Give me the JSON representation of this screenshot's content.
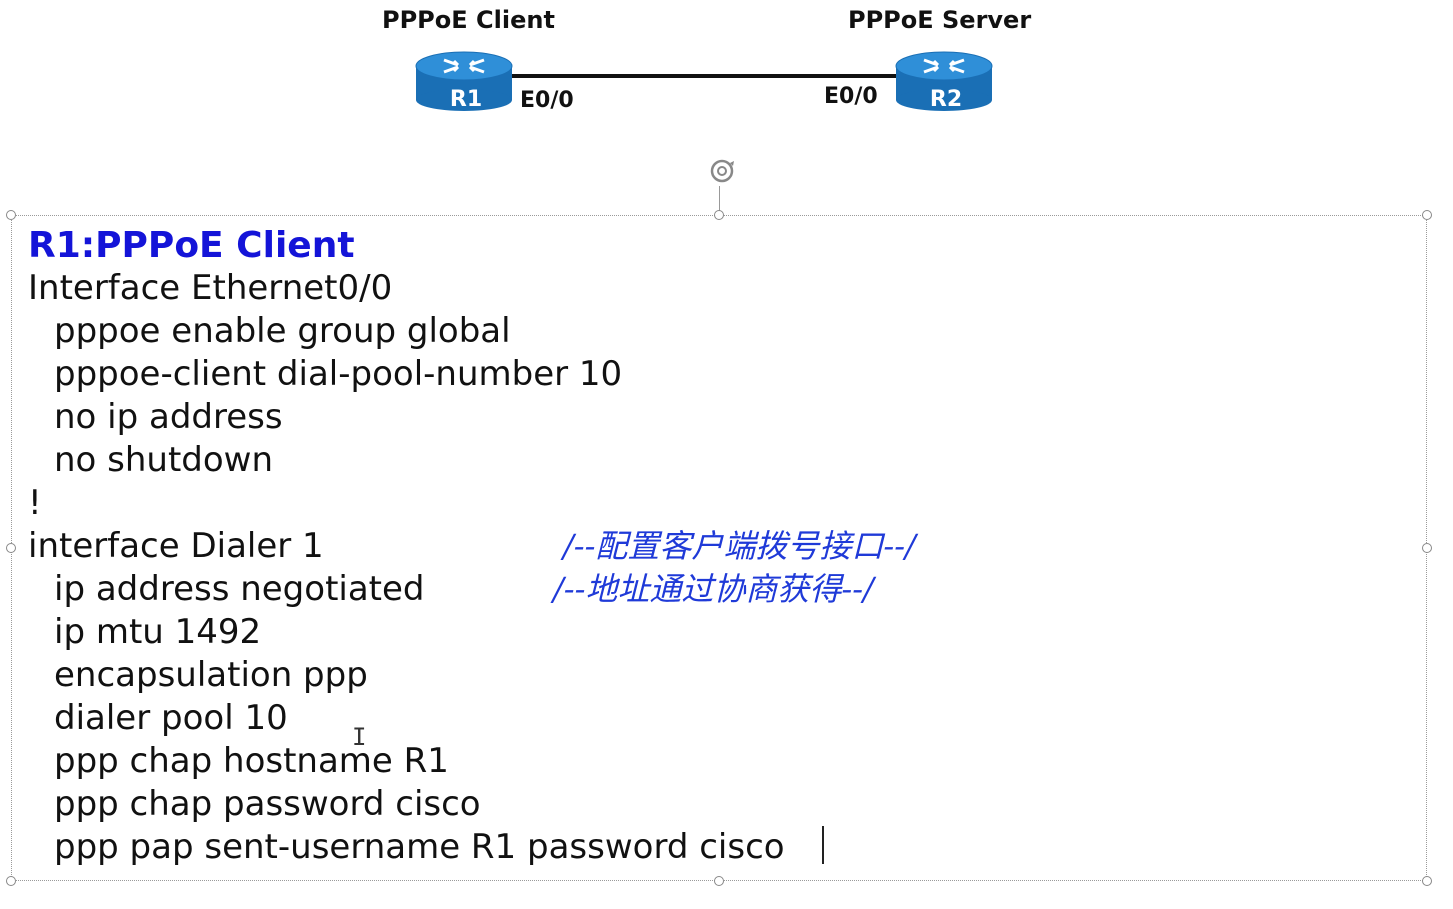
{
  "topology": {
    "client_label": "PPPoE Client",
    "server_label": "PPPoE Server",
    "r1_name": "R1",
    "r2_name": "R2",
    "r1_port": "E0/0",
    "r2_port": "E0/0"
  },
  "config": {
    "title": "R1:PPPoE Client",
    "lines": [
      "Interface Ethernet0/0",
      "pppoe enable group global",
      "pppoe-client dial-pool-number 10",
      "no ip address",
      "no shutdown",
      "!",
      "interface Dialer 1",
      "ip address negotiated",
      "ip mtu 1492",
      "encapsulation ppp",
      "dialer pool 10",
      "ppp chap hostname R1",
      "ppp chap password cisco",
      "ppp pap sent-username R1 password cisco"
    ],
    "comment_dialer": "/--配置客户端拨号接口--/",
    "comment_negotiated": "/--地址通过协商获得--/"
  },
  "colors": {
    "title": "#1414d8",
    "comment": "#1f3ad8",
    "router_top": "#2f8fd8",
    "router_body": "#1a6fb5"
  },
  "icons": [
    "router-icon",
    "rotate-icon",
    "text-cursor-icon"
  ]
}
